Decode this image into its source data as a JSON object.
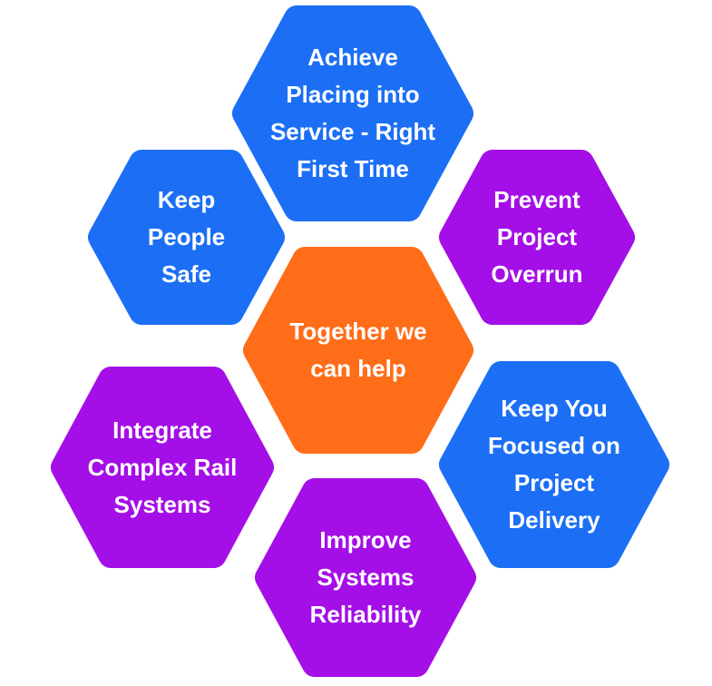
{
  "colors": {
    "blue": "#1c6ff5",
    "purple": "#a30fe6",
    "orange": "#ff6d19"
  },
  "hexagons": [
    {
      "id": "achieve",
      "text": "Achieve\nPlacing into\nService - Right\nFirst Time",
      "color": "blue"
    },
    {
      "id": "keep-people-safe",
      "text": "Keep\nPeople\nSafe",
      "color": "blue"
    },
    {
      "id": "prevent-overrun",
      "text": "Prevent\nProject\nOverrun",
      "color": "purple"
    },
    {
      "id": "center",
      "text": "Together we\ncan help",
      "color": "orange"
    },
    {
      "id": "integrate",
      "text": "Integrate\nComplex Rail\nSystems",
      "color": "purple"
    },
    {
      "id": "keep-focused",
      "text": "Keep You\nFocused on\nProject\nDelivery",
      "color": "blue"
    },
    {
      "id": "improve",
      "text": "Improve\nSystems\nReliability",
      "color": "purple"
    }
  ]
}
